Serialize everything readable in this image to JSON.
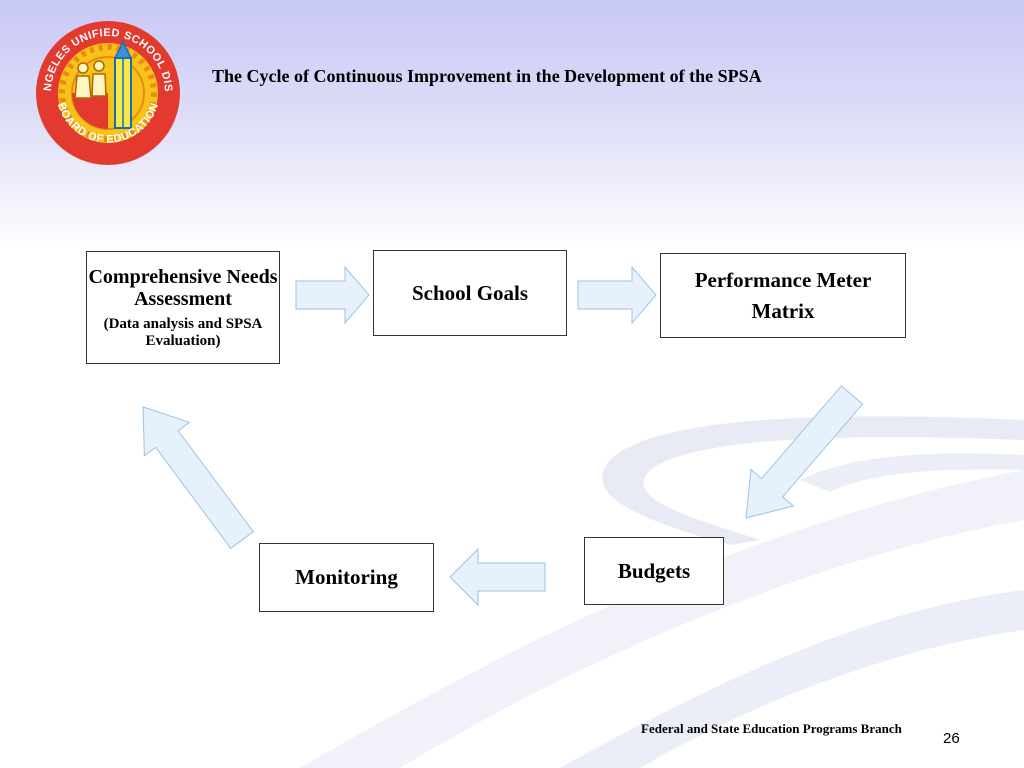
{
  "slide": {
    "title": "The Cycle of Continuous Improvement in the Development of the SPSA",
    "footer": "Federal and State Education Programs Branch",
    "page_number": "26"
  },
  "logo": {
    "ring_top_text": "LOS ANGELES UNIFIED SCHOOL DISTRICT",
    "ring_bottom_text": "BOARD OF EDUCATION",
    "colors": {
      "ring": "#e23a2f",
      "fill": "#f7c21a",
      "text": "#ffffff"
    }
  },
  "diagram": {
    "nodes": {
      "needs_assessment": {
        "label": "Comprehensive Needs Assessment",
        "sublabel": "(Data analysis and SPSA Evaluation)"
      },
      "school_goals": {
        "label": "School Goals"
      },
      "performance_meter": {
        "label": "Performance Meter Matrix"
      },
      "budgets": {
        "label": "Budgets"
      },
      "monitoring": {
        "label": "Monitoring"
      }
    },
    "edges": [
      {
        "from": "needs_assessment",
        "to": "school_goals"
      },
      {
        "from": "school_goals",
        "to": "performance_meter"
      },
      {
        "from": "performance_meter",
        "to": "budgets"
      },
      {
        "from": "budgets",
        "to": "monitoring"
      },
      {
        "from": "monitoring",
        "to": "needs_assessment"
      }
    ],
    "arrow_color": {
      "fill": "#e6f1fb",
      "stroke": "#9ec3e6"
    }
  }
}
